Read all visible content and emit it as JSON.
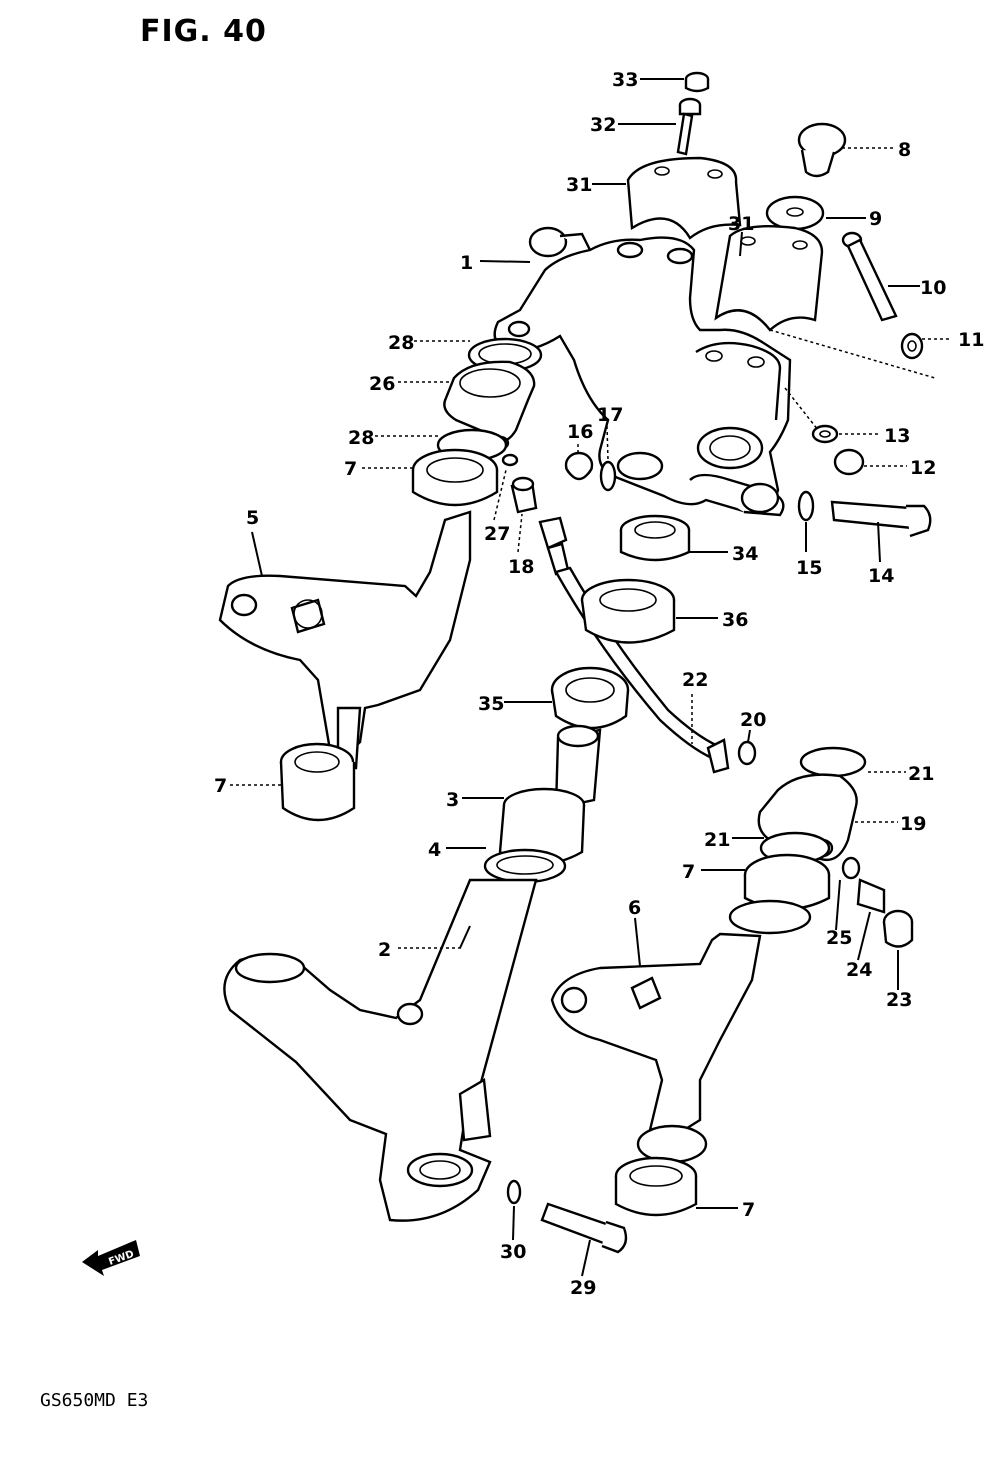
{
  "figure": {
    "title": "FIG. 40",
    "model_code": "GS650MD  E3",
    "fwd_label": "FWD"
  },
  "part_labels": [
    {
      "id": "p33",
      "text": "33"
    },
    {
      "id": "p32",
      "text": "32"
    },
    {
      "id": "p8",
      "text": "8"
    },
    {
      "id": "p31a",
      "text": "31"
    },
    {
      "id": "p9",
      "text": "9"
    },
    {
      "id": "p31b",
      "text": "31"
    },
    {
      "id": "p1",
      "text": "1"
    },
    {
      "id": "p10",
      "text": "10"
    },
    {
      "id": "p11",
      "text": "11"
    },
    {
      "id": "p28a",
      "text": "28"
    },
    {
      "id": "p26",
      "text": "26"
    },
    {
      "id": "p28b",
      "text": "28"
    },
    {
      "id": "p16",
      "text": "16"
    },
    {
      "id": "p17",
      "text": "17"
    },
    {
      "id": "p13",
      "text": "13"
    },
    {
      "id": "p7a",
      "text": "7"
    },
    {
      "id": "p12",
      "text": "12"
    },
    {
      "id": "p27",
      "text": "27"
    },
    {
      "id": "p18",
      "text": "18"
    },
    {
      "id": "p5",
      "text": "5"
    },
    {
      "id": "p34",
      "text": "34"
    },
    {
      "id": "p15",
      "text": "15"
    },
    {
      "id": "p14",
      "text": "14"
    },
    {
      "id": "p36",
      "text": "36"
    },
    {
      "id": "p22",
      "text": "22"
    },
    {
      "id": "p35",
      "text": "35"
    },
    {
      "id": "p20",
      "text": "20"
    },
    {
      "id": "p21a",
      "text": "21"
    },
    {
      "id": "p7b",
      "text": "7"
    },
    {
      "id": "p3",
      "text": "3"
    },
    {
      "id": "p19",
      "text": "19"
    },
    {
      "id": "p21b",
      "text": "21"
    },
    {
      "id": "p4",
      "text": "4"
    },
    {
      "id": "p7c",
      "text": "7"
    },
    {
      "id": "p25",
      "text": "25"
    },
    {
      "id": "p6",
      "text": "6"
    },
    {
      "id": "p24",
      "text": "24"
    },
    {
      "id": "p23",
      "text": "23"
    },
    {
      "id": "p2",
      "text": "2"
    },
    {
      "id": "p7d",
      "text": "7"
    },
    {
      "id": "p30",
      "text": "30"
    },
    {
      "id": "p29",
      "text": "29"
    }
  ]
}
